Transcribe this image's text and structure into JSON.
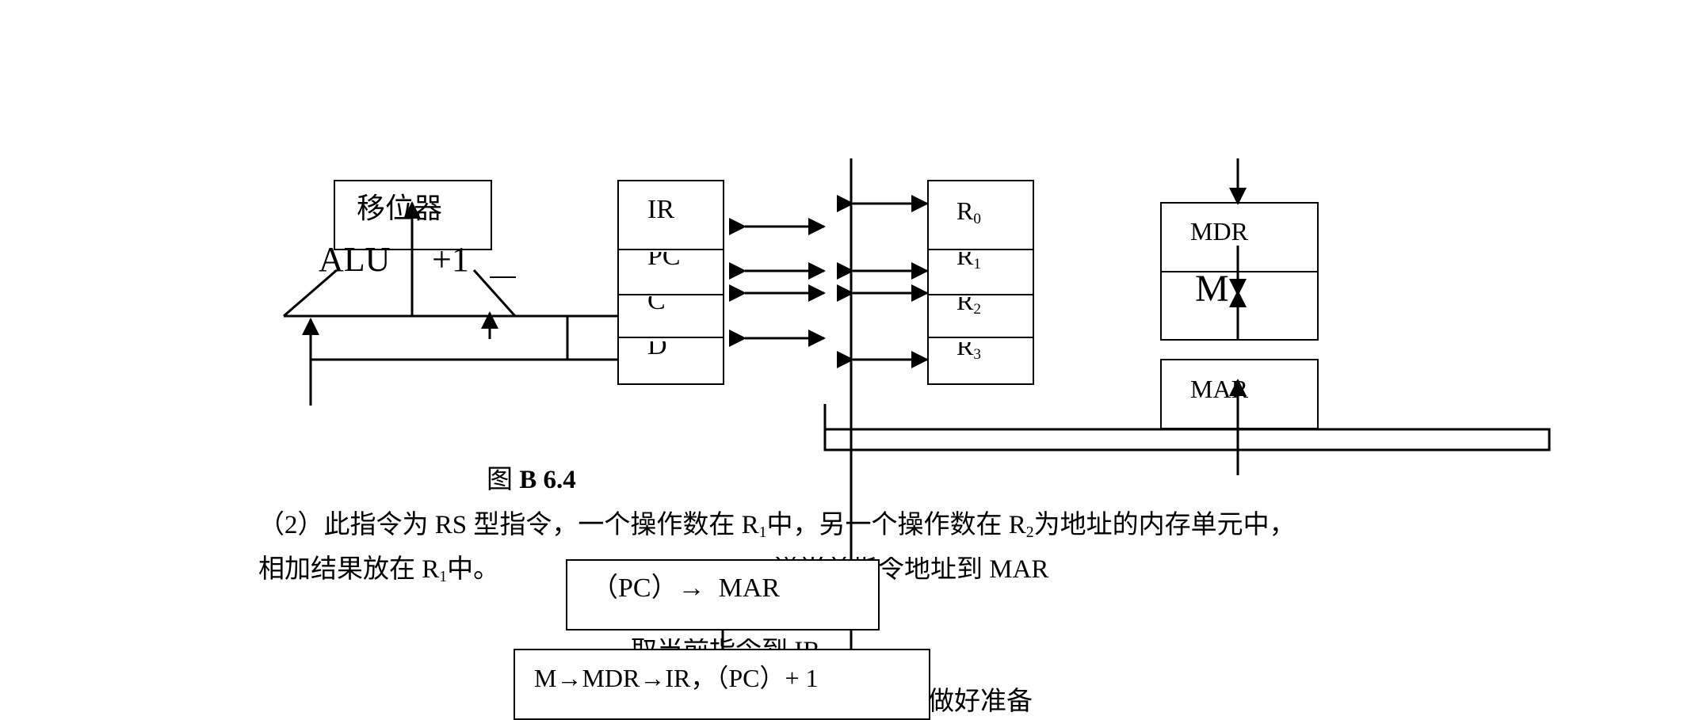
{
  "figure": {
    "alu_label": "ALU",
    "plus_one_label": "+1",
    "shifter_label": "移位器",
    "ir_stack": [
      "IR",
      "PC",
      "C",
      "D"
    ],
    "reg_stack": [
      {
        "base": "R",
        "sub": "0"
      },
      {
        "base": "R",
        "sub": "1"
      },
      {
        "base": "R",
        "sub": "2"
      },
      {
        "base": "R",
        "sub": "3"
      }
    ],
    "mdr_label": "MDR",
    "m_label": "M",
    "mar_label": "MAR",
    "caption_prefix": "图 ",
    "caption_bold": "B 6.4"
  },
  "text": {
    "line1_a": "（2）此指令为 RS 型指令，一个操作数在 R",
    "line1_sub1": "1",
    "line1_b": "中，另一个操作数在 R",
    "line1_sub2": "2",
    "line1_c": "为地址的内存单元中，",
    "line2_a": "相加结果放在 R",
    "line2_sub": "1",
    "line2_b": "中。",
    "send_text": "送当前指令地址到 MAR",
    "fetch_text": "取当前指令到 IR",
    "prepare_text": "做好准备"
  },
  "flow": {
    "box1": "（PC）→  MAR",
    "box2": "M→MDR→IR，（PC）+ 1"
  }
}
